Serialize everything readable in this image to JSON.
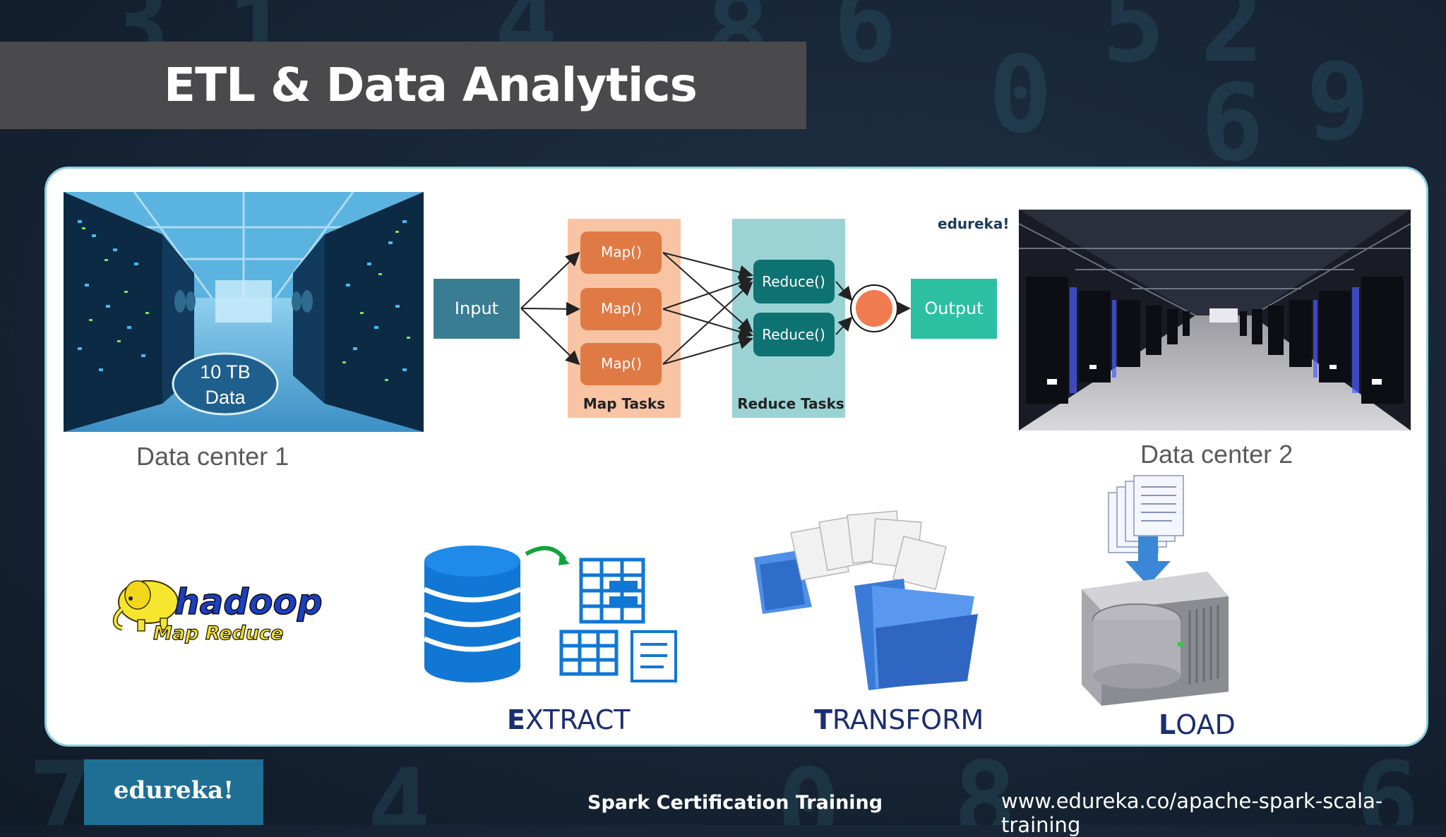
{
  "slide": {
    "title": "ETL & Data Analytics"
  },
  "data_center_1": {
    "label": "Data center 1",
    "badge_line1": "10 TB",
    "badge_line2": "Data"
  },
  "data_center_2": {
    "label": "Data center 2"
  },
  "mapreduce": {
    "brand": "edureka!",
    "input_label": "Input",
    "map_labels": [
      "Map()",
      "Map()",
      "Map()"
    ],
    "map_group_label": "Map Tasks",
    "reduce_labels": [
      "Reduce()",
      "Reduce()"
    ],
    "reduce_group_label": "Reduce Tasks",
    "output_label": "Output",
    "colors": {
      "input": "#3a7d93",
      "map_group": "#f8c4a4",
      "map_task": "#e07a45",
      "reduce_group": "#9bd3d5",
      "reduce_task": "#0f7272",
      "output": "#2dbfa2",
      "merge_node": "#ef7b4f"
    }
  },
  "hadoop_logo": {
    "word": "hadoop",
    "sub": "Map Reduce"
  },
  "etl": {
    "extract_first": "E",
    "extract_rest": "XTRACT",
    "transform_first": "T",
    "transform_rest": "RANSFORM",
    "load_first": "L",
    "load_rest": "OAD"
  },
  "footer": {
    "brand": "edureka!",
    "course": "Spark Certification Training",
    "url": "www.edureka.co/apache-spark-scala-training"
  }
}
